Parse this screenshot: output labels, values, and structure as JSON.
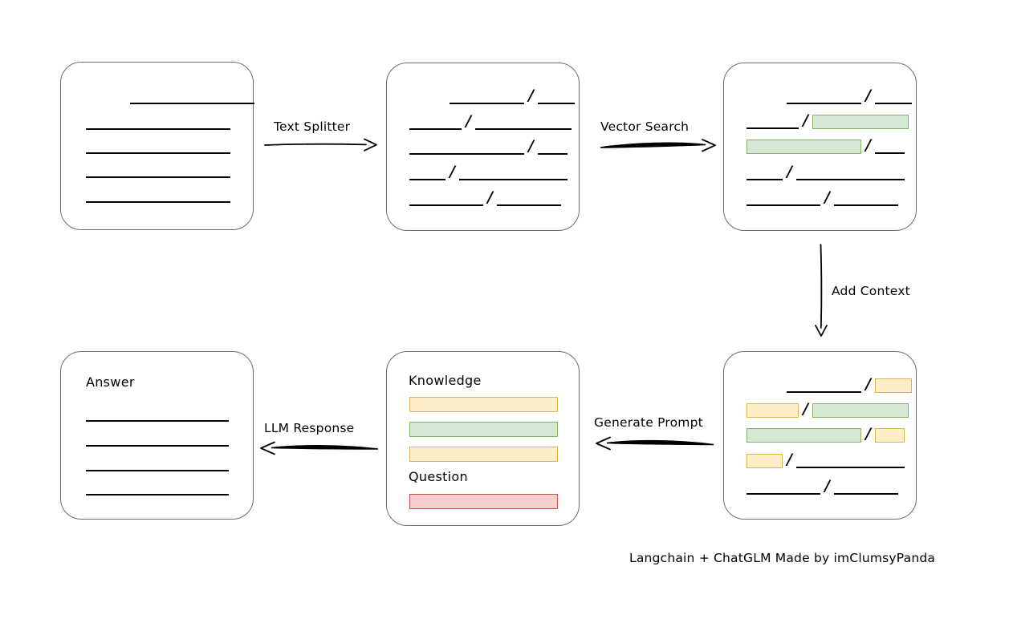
{
  "diagram": {
    "caption": "Langchain + ChatGLM Made by imClumsyPanda",
    "colors": {
      "green_fill": "#d5e8d4",
      "green_stroke": "#82b366",
      "yellow_fill": "#fdeec9",
      "yellow_stroke": "#d6b656",
      "red_fill": "#f8cecc",
      "red_stroke": "#b85450",
      "box_stroke": "#6d6d6d",
      "line_stroke": "#000000",
      "background": "#ffffff"
    },
    "nodes": {
      "source_document": {
        "title": "",
        "rows": [
          {
            "segments": [
              {
                "type": "indent",
                "width": 55
              },
              {
                "type": "line",
                "width": 155
              }
            ]
          },
          {
            "segments": [
              {
                "type": "line",
                "width": 180
              }
            ]
          },
          {
            "segments": [
              {
                "type": "line",
                "width": 180
              }
            ]
          },
          {
            "segments": [
              {
                "type": "line",
                "width": 180
              }
            ]
          },
          {
            "segments": [
              {
                "type": "line",
                "width": 180
              }
            ]
          }
        ]
      },
      "split_document": {
        "title": "",
        "rows": [
          {
            "segments": [
              {
                "type": "indent",
                "width": 50
              },
              {
                "type": "line",
                "width": 93
              },
              {
                "type": "slash",
                "text": "/"
              },
              {
                "type": "line",
                "width": 46
              }
            ]
          },
          {
            "segments": [
              {
                "type": "line",
                "width": 65
              },
              {
                "type": "slash",
                "text": "/"
              },
              {
                "type": "line",
                "width": 120
              }
            ]
          },
          {
            "segments": [
              {
                "type": "line",
                "width": 143
              },
              {
                "type": "slash",
                "text": "/"
              },
              {
                "type": "line",
                "width": 37
              }
            ]
          },
          {
            "segments": [
              {
                "type": "line",
                "width": 45
              },
              {
                "type": "slash",
                "text": "/"
              },
              {
                "type": "line",
                "width": 135
              }
            ]
          },
          {
            "segments": [
              {
                "type": "line",
                "width": 92
              },
              {
                "type": "slash",
                "text": "/"
              },
              {
                "type": "line",
                "width": 80
              }
            ]
          }
        ]
      },
      "retrieved_document": {
        "title": "",
        "rows": [
          {
            "segments": [
              {
                "type": "indent",
                "width": 50
              },
              {
                "type": "line",
                "width": 93
              },
              {
                "type": "slash",
                "text": "/"
              },
              {
                "type": "line",
                "width": 46
              }
            ]
          },
          {
            "segments": [
              {
                "type": "line",
                "width": 65
              },
              {
                "type": "slash",
                "text": "/"
              },
              {
                "type": "green",
                "width": 120
              }
            ]
          },
          {
            "segments": [
              {
                "type": "green",
                "width": 143
              },
              {
                "type": "slash",
                "text": "/"
              },
              {
                "type": "line",
                "width": 37
              }
            ]
          },
          {
            "segments": [
              {
                "type": "line",
                "width": 45
              },
              {
                "type": "slash",
                "text": "/"
              },
              {
                "type": "line",
                "width": 135
              }
            ]
          },
          {
            "segments": [
              {
                "type": "line",
                "width": 92
              },
              {
                "type": "slash",
                "text": "/"
              },
              {
                "type": "line",
                "width": 80
              }
            ]
          }
        ]
      },
      "context_document": {
        "title": "",
        "rows": [
          {
            "segments": [
              {
                "type": "indent",
                "width": 50
              },
              {
                "type": "line",
                "width": 93
              },
              {
                "type": "slash",
                "text": "/"
              },
              {
                "type": "yellow",
                "width": 46
              }
            ]
          },
          {
            "segments": [
              {
                "type": "yellow",
                "width": 65
              },
              {
                "type": "slash",
                "text": "/"
              },
              {
                "type": "green",
                "width": 120
              }
            ]
          },
          {
            "segments": [
              {
                "type": "green",
                "width": 143
              },
              {
                "type": "slash",
                "text": "/"
              },
              {
                "type": "yellow",
                "width": 37
              }
            ]
          },
          {
            "segments": [
              {
                "type": "yellow",
                "width": 45
              },
              {
                "type": "slash",
                "text": "/"
              },
              {
                "type": "line",
                "width": 135
              }
            ]
          },
          {
            "segments": [
              {
                "type": "line",
                "width": 92
              },
              {
                "type": "slash",
                "text": "/"
              },
              {
                "type": "line",
                "width": 80
              }
            ]
          }
        ]
      },
      "prompt": {
        "knowledge_label": "Knowledge",
        "question_label": "Question",
        "knowledge_bars": [
          {
            "color": "yellow",
            "width": 185
          },
          {
            "color": "green",
            "width": 185
          },
          {
            "color": "yellow",
            "width": 185
          }
        ],
        "question_bars": [
          {
            "color": "red",
            "width": 185
          }
        ]
      },
      "answer": {
        "title": "Answer",
        "rows": [
          {
            "segments": [
              {
                "type": "line",
                "width": 178
              }
            ]
          },
          {
            "segments": [
              {
                "type": "line",
                "width": 178
              }
            ]
          },
          {
            "segments": [
              {
                "type": "line",
                "width": 178
              }
            ]
          },
          {
            "segments": [
              {
                "type": "line",
                "width": 178
              }
            ]
          }
        ]
      }
    },
    "edges": [
      {
        "id": "text-splitter",
        "label": "Text Splitter",
        "direction": "right"
      },
      {
        "id": "vector-search",
        "label": "Vector Search",
        "direction": "right"
      },
      {
        "id": "add-context",
        "label": "Add Context",
        "direction": "down"
      },
      {
        "id": "generate-prompt",
        "label": "Generate Prompt",
        "direction": "left"
      },
      {
        "id": "llm-response",
        "label": "LLM Response",
        "direction": "left"
      }
    ]
  }
}
